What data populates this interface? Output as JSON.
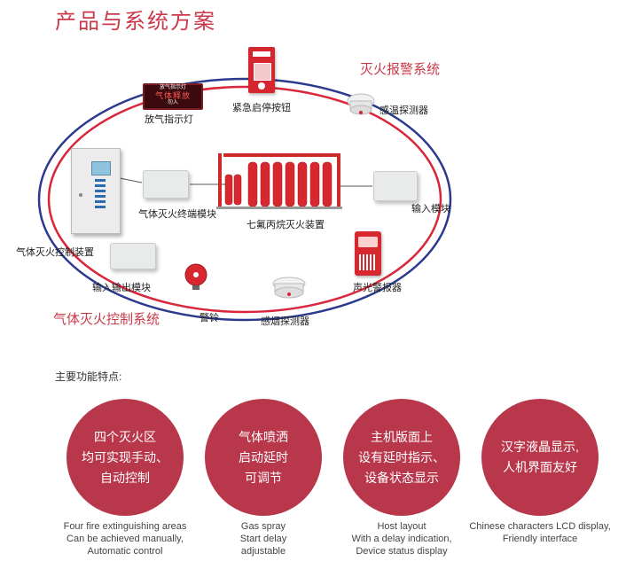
{
  "title": "产品与系统方案",
  "systems": {
    "fire_alarm": "灭火报警系统",
    "gas_control": "气体灭火控制系统"
  },
  "devices": {
    "release_light": "放气指示灯",
    "emergency_button": "紧急启停按钮",
    "heat_detector": "感温探测器",
    "input_module": "输入模块",
    "terminal_module": "气体灭火终端模块",
    "hfc_unit": "七氟丙烷灭火装置",
    "controller": "气体灭火控制装置",
    "io_module": "输入输出模块",
    "bell": "警铃",
    "smoke_detector": "感烟探测器",
    "strobe_alarm": "声光警报器"
  },
  "release_light_panel": {
    "top": "放气指示灯",
    "main": "气体释放",
    "sub": "勿入"
  },
  "features_heading": "主要功能特点:",
  "features": [
    {
      "cn": "四个灭火区\n均可实现手动、\n自动控制",
      "en": "Four fire extinguishing areas\nCan be achieved manually,\nAutomatic control"
    },
    {
      "cn": "气体喷洒\n启动延时\n可调节",
      "en": "Gas spray\nStart delay\nadjustable"
    },
    {
      "cn": "主机版面上\n设有延时指示、\n设备状态显示",
      "en": "Host layout\nWith a delay indication,\nDevice status display"
    },
    {
      "cn": "汉字液晶显示,\n人机界面友好",
      "en": "Chinese characters LCD display,\nFriendly interface"
    }
  ],
  "colors": {
    "accent": "#c9394a",
    "circle": "#b8374b",
    "loop_red": "#d9263a",
    "loop_blue": "#2b3a8f"
  },
  "icons": [
    "release-light-icon",
    "emergency-button-icon",
    "heat-detector-icon",
    "input-module-icon",
    "terminal-module-icon",
    "hfc-unit-icon",
    "controller-icon",
    "io-module-icon",
    "bell-icon",
    "smoke-detector-icon",
    "strobe-alarm-icon"
  ]
}
